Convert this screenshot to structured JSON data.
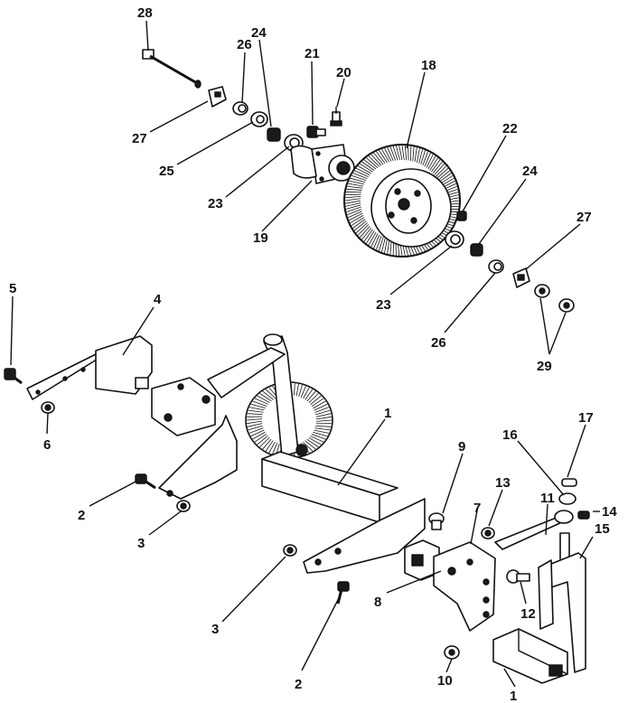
{
  "callouts": [
    "1",
    "2",
    "3",
    "4",
    "5",
    "6",
    "7",
    "8",
    "9",
    "10",
    "11",
    "12",
    "13",
    "14",
    "15",
    "16",
    "17",
    "18",
    "19",
    "20",
    "21",
    "22",
    "23",
    "24",
    "25",
    "26",
    "27",
    "28",
    "29"
  ],
  "labels": [
    {
      "id": "l28",
      "text": "28"
    },
    {
      "id": "l26a",
      "text": "26"
    },
    {
      "id": "l24a",
      "text": "24"
    },
    {
      "id": "l21",
      "text": "21"
    },
    {
      "id": "l20",
      "text": "20"
    },
    {
      "id": "l18",
      "text": "18"
    },
    {
      "id": "l27a",
      "text": "27"
    },
    {
      "id": "l25",
      "text": "25"
    },
    {
      "id": "l23a",
      "text": "23"
    },
    {
      "id": "l19",
      "text": "19"
    },
    {
      "id": "l22",
      "text": "22"
    },
    {
      "id": "l24b",
      "text": "24"
    },
    {
      "id": "l27b",
      "text": "27"
    },
    {
      "id": "l23b",
      "text": "23"
    },
    {
      "id": "l26b",
      "text": "26"
    },
    {
      "id": "l29",
      "text": "29"
    },
    {
      "id": "l5",
      "text": "5"
    },
    {
      "id": "l4",
      "text": "4"
    },
    {
      "id": "l6",
      "text": "6"
    },
    {
      "id": "l1a",
      "text": "1"
    },
    {
      "id": "l9",
      "text": "9"
    },
    {
      "id": "l17",
      "text": "17"
    },
    {
      "id": "l16",
      "text": "16"
    },
    {
      "id": "l13",
      "text": "13"
    },
    {
      "id": "l7",
      "text": "7"
    },
    {
      "id": "l11",
      "text": "11"
    },
    {
      "id": "l14",
      "text": "14"
    },
    {
      "id": "l15",
      "text": "15"
    },
    {
      "id": "l2a",
      "text": "2"
    },
    {
      "id": "l3a",
      "text": "3"
    },
    {
      "id": "l8",
      "text": "8"
    },
    {
      "id": "l12",
      "text": "12"
    },
    {
      "id": "l3b",
      "text": "3"
    },
    {
      "id": "l2b",
      "text": "2"
    },
    {
      "id": "l10",
      "text": "10"
    },
    {
      "id": "l1b",
      "text": "1"
    }
  ]
}
